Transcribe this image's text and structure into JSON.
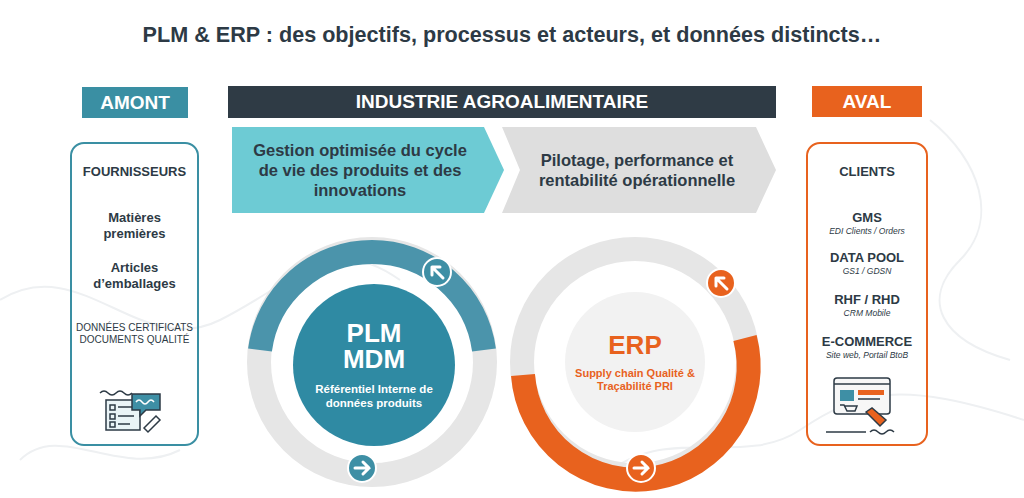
{
  "diagram": {
    "title": "PLM & ERP : des objectifs, processus et acteurs, et données distincts…",
    "nodes": [
      {
        "text": [
          "AMONT"
        ]
      },
      {
        "text": [
          "FOURNISSEURS",
          "Matières premières",
          "Articles d’emballages",
          "DONNÉES CERTIFICATS DOCUMENTS QUALITÉ"
        ]
      },
      {
        "text": [
          "INDUSTRIE AGROALIMENTAIRE"
        ]
      },
      {
        "text": [
          "Gestion optimisée du cycle de vie des produits et des innovations"
        ]
      },
      {
        "text": [
          "Pilotage, performance et rentabilité opérationnelle"
        ]
      },
      {
        "text": [
          "PLM MDM",
          "Référentiel Interne de données produits"
        ]
      },
      {
        "text": [
          "ERP",
          "Supply chain Qualité & Traçabilité PRI"
        ]
      },
      {
        "text": [
          "AVAL"
        ]
      },
      {
        "text": [
          "CLIENTS",
          "GMS",
          "EDI Clients / Orders",
          "DATA POOL",
          "GS1 / GDSN",
          "RHF / RHD",
          "CRM Mobile",
          "E-COMMERCE",
          "Site web, Portail BtoB"
        ]
      }
    ]
  }
}
